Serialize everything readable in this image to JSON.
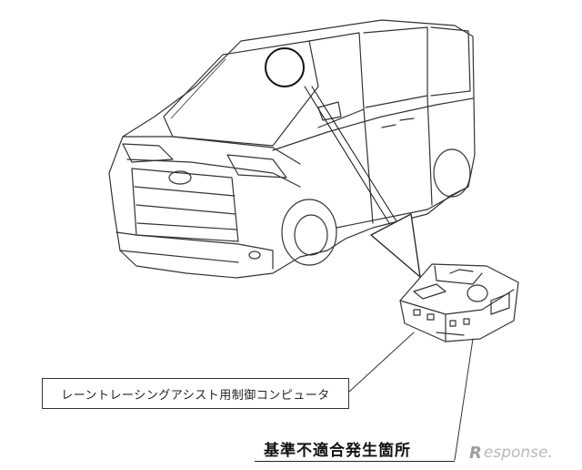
{
  "labels": {
    "part_name": "レーントレーシングアシスト用制御コンピュータ",
    "defect_location": "基準不適合発生箇所"
  },
  "watermark": {
    "brand": "esponse."
  },
  "colors": {
    "line": "#333333",
    "watermark": "#b9b9b9",
    "background": "#ffffff"
  }
}
